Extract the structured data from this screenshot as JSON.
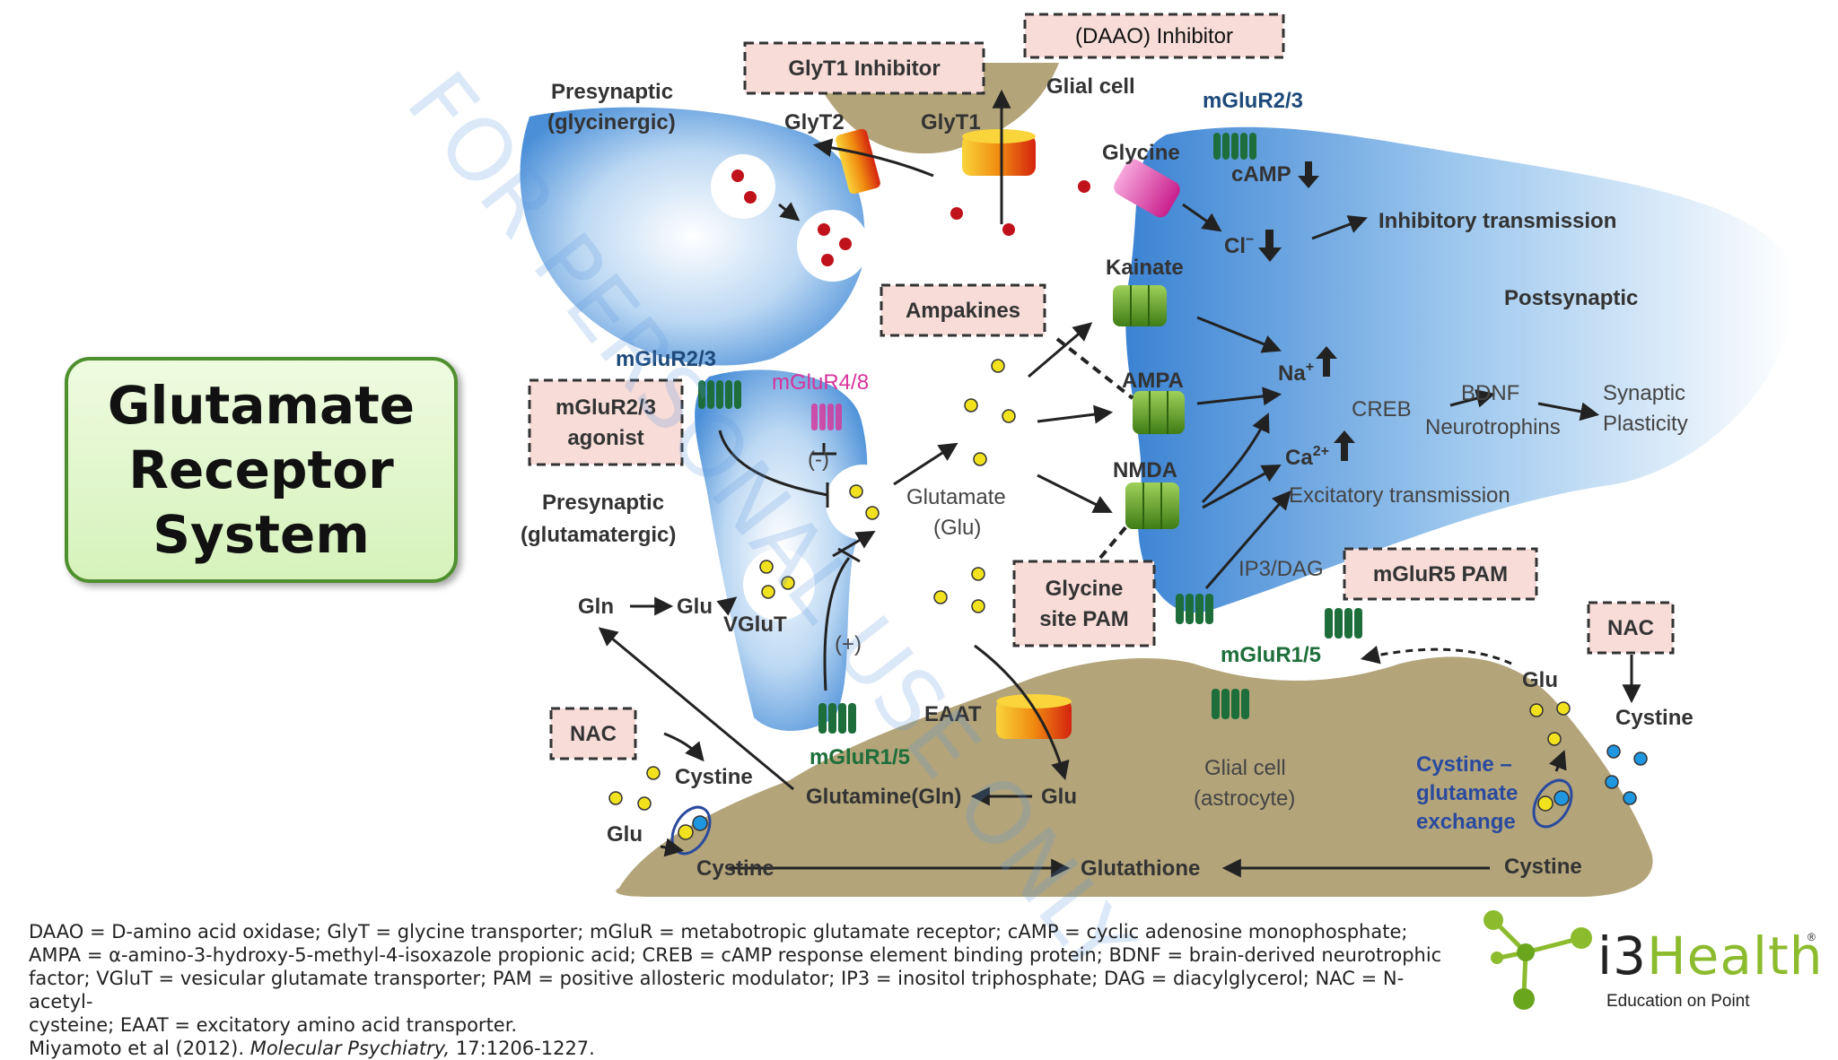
{
  "slide": {
    "title": [
      "Glutamate",
      "Receptor",
      "System"
    ],
    "watermark": "FOR PERSONAL USE ONLY"
  },
  "diagram": {
    "boxes": {
      "daao": "(DAAO) Inhibitor",
      "glyt1_inhibitor": "GlyT1 Inhibitor",
      "ampakines": "Ampakines",
      "mglur23_agonist": [
        "mGluR2/3",
        "agonist"
      ],
      "glycine_pam": [
        "Glycine",
        "site PAM"
      ],
      "mglur5_pam": "mGluR5 PAM",
      "nac_right": "NAC",
      "nac_left": "NAC"
    },
    "labels": {
      "presyn_gly": [
        "Presynaptic",
        "(glycinergic)"
      ],
      "glial_top": "Glial cell",
      "glyt2": "GlyT2",
      "glyt1": "GlyT1",
      "mglur23_top": "mGluR2/3",
      "glycine": "Glycine",
      "camp": "cAMP",
      "cl": "Cl",
      "cl_sup": "−",
      "inhibitory": "Inhibitory transmission",
      "kainate": "Kainate",
      "postsyn": "Postsynaptic",
      "mglur23_left": "mGluR2/3",
      "mglur48": "mGluR4/8",
      "ampa": "AMPA",
      "na": "Na",
      "na_sup": "+",
      "creb": "CREB",
      "bdnf": "BDNF",
      "neurotrophins": "Neurotrophins",
      "synaptic": [
        "Synaptic",
        "Plasticity"
      ],
      "minus": "(-)",
      "ca": "Ca",
      "ca_sup": "2+",
      "nmda": "NMDA",
      "glutamate": [
        "Glutamate",
        "(Glu)"
      ],
      "excitatory": "Excitatory transmission",
      "presyn_glu": [
        "Presynaptic",
        "(glutamatergic)"
      ],
      "ip3dag": "IP3/DAG",
      "gln": "Gln",
      "glu_left": "Glu",
      "vglut": "VGluT",
      "plus": "(+)",
      "mglur15_right": "mGluR1/5",
      "glu_right": "Glu",
      "cystine_right": "Cystine",
      "eaat": "EAAT",
      "mglur15_left": "mGluR1/5",
      "cystine_left": "Cystine",
      "glial_astro": [
        "Glial cell",
        "(astrocyte)"
      ],
      "cystine_exchange": [
        "Cystine –",
        "glutamate",
        "exchange"
      ],
      "glutamine": "Glutamine(Gln)",
      "glu_mid": "Glu",
      "glu_bottom_left": "Glu",
      "cystine_bl": "Cystine",
      "glutathione": "Glutathione",
      "cystine_br": "Cystine"
    },
    "colors": {
      "neuron": "#4a8fd8",
      "glia": "#b3a47a",
      "box_fill": "#f7dcd8",
      "glycine_dot": "#c0121b",
      "glutamate_dot": "#f2e21e",
      "cystine_dot": "#1e96e0",
      "receptor_green": "#5b9a24",
      "mglur_dark": "#1d6e3a",
      "glycine_receptor": "#e04aa8",
      "transporter_orange": "#f08a10",
      "mglur48_text": "#d8339a",
      "exchange_text": "#2a4a9e"
    }
  },
  "footnote": {
    "lines": [
      "DAAO = D-amino acid oxidase; GlyT = glycine transporter; mGluR = metabotropic glutamate receptor; cAMP = cyclic adenosine monophosphate;",
      "AMPA = α-amino-3-hydroxy-5-methyl-4-isoxazole propionic acid; CREB = cAMP response element binding protein; BDNF = brain-derived neurotrophic",
      "factor; VGluT = vesicular glutamate transporter; PAM = positive allosteric modulator; IP3 = inositol triphosphate; DAG = diacylglycerol; NAC = N-acetyl-",
      "cysteine; EAAT = excitatory amino acid transporter."
    ],
    "citation_authors": "Miyamoto et al (2012). ",
    "citation_journal": "Molecular Psychiatry,",
    "citation_pages": " 17:1206-1227."
  },
  "logo": {
    "name_part1": "i3",
    "name_part2": "Health",
    "registered": "®",
    "tagline": "Education on Point"
  }
}
